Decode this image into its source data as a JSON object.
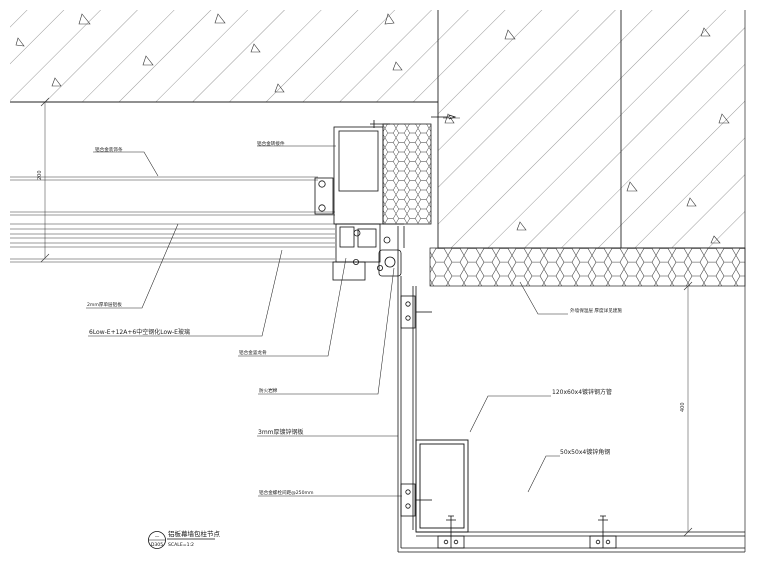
{
  "labels": {
    "aluminum_cap": "铝合金装饰条",
    "aluminum_adapter": "铝合金转接件",
    "spandrel_panel": "2mm厚单层铝板",
    "glass": "6Low-E+12A+6中空钢化Low-E玻璃",
    "aluminum_mullion": "铝合金竖龙骨",
    "fire_seal": "防火岩棉",
    "backing_sheet": "3mm厚镀锌钢板",
    "anchor_bolt": "铝合金螺栓间距@250mm",
    "insulation": "外墙保温层 厚度详见建施",
    "steel_tube": "120x60x4镀锌钢方管",
    "steel_angle": "50x50x4镀锌角钢"
  },
  "dimensions": {
    "d200": "200",
    "d400": "400"
  },
  "title_block": {
    "symbol_top": "—",
    "symbol_bottom": "D305",
    "title": "铝板幕墙包柱节点",
    "scale": "SCALE=1:2"
  }
}
